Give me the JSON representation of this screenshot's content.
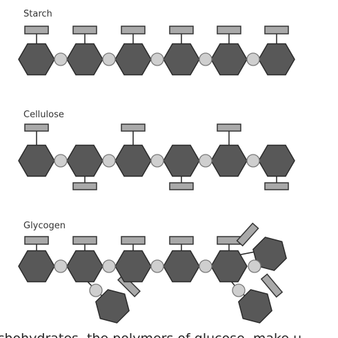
{
  "diagram": {
    "title_lines": [],
    "panels": [
      {
        "key": "starch",
        "label": "Starch"
      },
      {
        "key": "cellulose",
        "label": "Cellulose"
      },
      {
        "key": "glycogen",
        "label": "Glycogen"
      }
    ],
    "caption": "chohydrates, the polymers of glucose, make u",
    "colors": {
      "hexagon_fill": "#585858",
      "hexagon_stroke": "#2a2a2a",
      "bond_fill": "#cfcfcf",
      "bond_stroke": "#7a7a7a",
      "sidegroup_fill": "#a9a9a9",
      "sidegroup_stroke": "#333333",
      "line": "#222222"
    }
  }
}
